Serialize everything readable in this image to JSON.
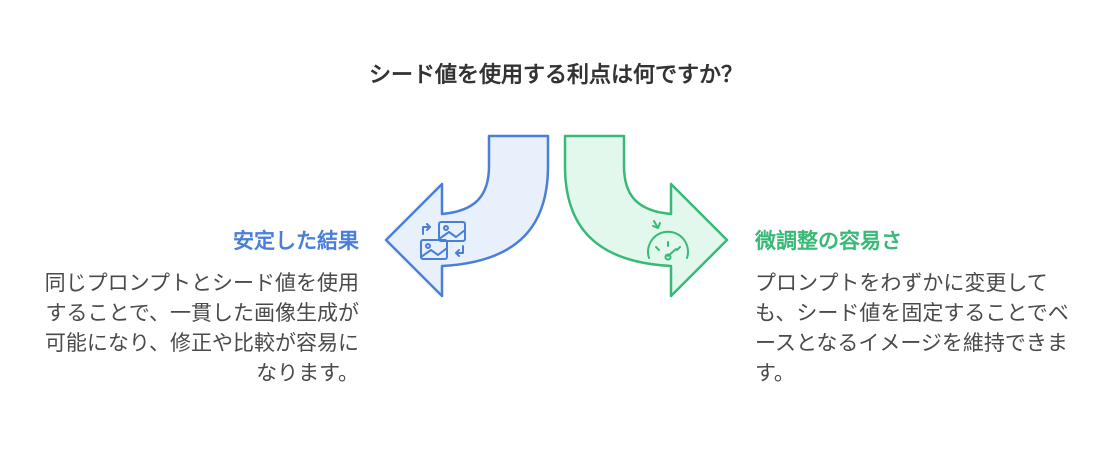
{
  "title": "シード値を使用する利点は何ですか？",
  "left": {
    "heading": "安定した結果",
    "text": "同じプロンプトとシード値を使用することで、一貫した画像生成が可能になり、修正や比較が容易になります。",
    "icon": "image-refresh-icon",
    "color": "#4a7fd9",
    "fill": "#e8f0fb"
  },
  "right": {
    "heading": "微調整の容易さ",
    "text": "プロンプトをわずかに変更しても、シード値を固定することでベースとなるイメージを維持できます。",
    "icon": "gauge-icon",
    "color": "#38b977",
    "fill": "#e3f8ec"
  }
}
